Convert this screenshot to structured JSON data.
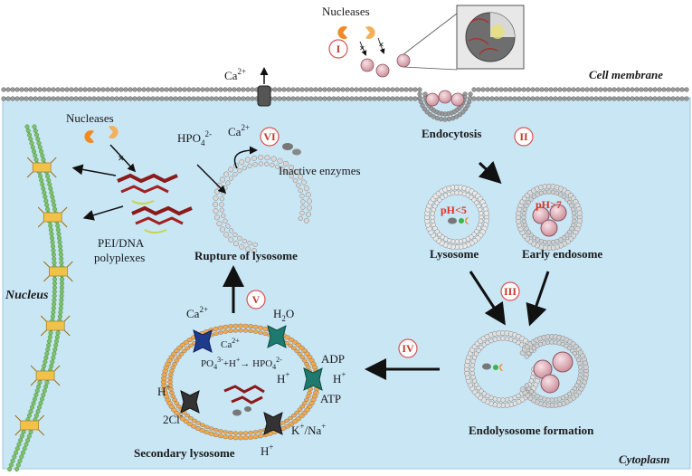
{
  "labels": {
    "nucleases_top": "Nucleases",
    "cell_membrane": "Cell membrane",
    "ca_out": "Ca",
    "ca_sup": "2+",
    "nucleases_left": "Nucleases",
    "hpo4": "HPO",
    "hpo4_sub": "4",
    "hpo4_sup": "2-",
    "ca_vi": "Ca",
    "ca_vi_sup": "2+",
    "inactive_enzymes": "Inactive enzymes",
    "endocytosis": "Endocytosis",
    "ph_acid": "pH<5",
    "ph_base": "pH>7",
    "lysosome": "Lysosome",
    "early_endosome": "Early endosome",
    "nucleus": "Nucleus",
    "polyplexes_line1": "PEI/DNA",
    "polyplexes_line2": "polyplexes",
    "rupture": "Rupture of lysosome",
    "ca_v": "Ca",
    "ca_v_sup": "2+",
    "h2o": "H",
    "h2o_sub": "2",
    "h2o_end": "O",
    "ca_inner": "Ca",
    "ca_inner_sup": "2+",
    "reaction": "PO",
    "reaction_sub1": "4",
    "reaction_sup1": "3-",
    "reaction_mid": "+H",
    "reaction_sup2": "+",
    "reaction_arrow": "→",
    "reaction_end": " HPO",
    "reaction_sub2": "4",
    "reaction_sup3": "2-",
    "adp": "ADP",
    "h_right_inner": "H",
    "h_right_outer": "H",
    "atp": "ATP",
    "h_left": "H",
    "cl": "2Cl",
    "cl_sup": "-",
    "k_na": "K",
    "k_na_mid": "/Na",
    "h_bottom": "H",
    "plus": "+",
    "secondary_lysosome": "Secondary lysosome",
    "endolysosome": "Endolysosome formation",
    "cytoplasm": "Cytoplasm"
  },
  "steps": [
    "I",
    "II",
    "III",
    "IV",
    "V",
    "VI"
  ],
  "colors": {
    "cytoplasm": "#c9e6f5",
    "membrane_head": "#9a9a9a",
    "nucleus_green": "#7cc36a",
    "lipid_orange": "#f2a94e",
    "ph_red": "#e03020",
    "step_red": "#c0392b",
    "nuclease_orange": "#f08a24",
    "polyplex_red": "#8b1a1a"
  },
  "icons": [
    "nuclease-icon",
    "polyplex-icon",
    "ion-channel-icon",
    "zoom-inset-icon"
  ]
}
